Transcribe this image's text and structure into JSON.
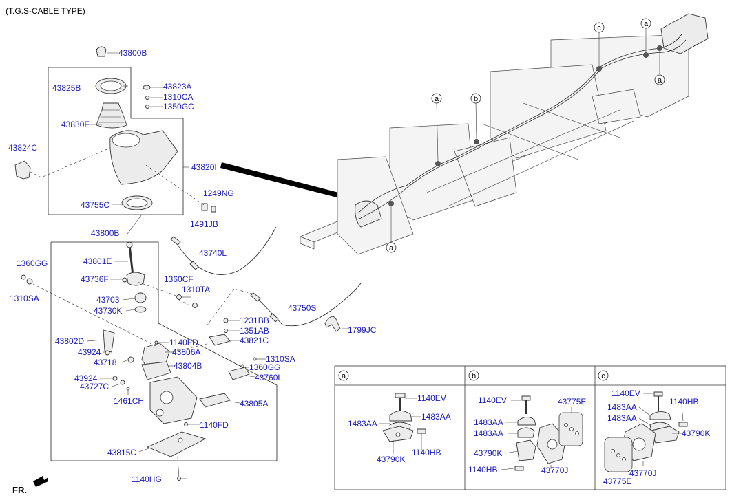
{
  "header": {
    "title": "(T.G.S-CABLE TYPE)"
  },
  "footer": {
    "direction_label": "FR."
  },
  "labels": {
    "p43800B_top": "43800B",
    "p43825B": "43825B",
    "p43823A": "43823A",
    "p1310CA": "1310CA",
    "p1350GC": "1350GC",
    "p43830F": "43830F",
    "p43824C": "43824C",
    "p43820I": "43820I",
    "p1249NG": "1249NG",
    "p43755C": "43755C",
    "p1491JB": "1491JB",
    "p43800B_mid": "43800B",
    "p1360GG_left": "1360GG",
    "p1310SA_left": "1310SA",
    "p43801E": "43801E",
    "p43740L": "43740L",
    "p43736F": "43736F",
    "p1360CF": "1360CF",
    "p1310TA": "1310TA",
    "p43703": "43703",
    "p43730K": "43730K",
    "p43750S": "43750S",
    "p1231BB": "1231BB",
    "p1351AB": "1351AB",
    "p1799JC": "1799JC",
    "p43802D": "43802D",
    "p1140FD_a": "1140FD",
    "p43821C": "43821C",
    "p43924_a": "43924",
    "p43806A": "43806A",
    "p43718": "43718",
    "p43804B": "43804B",
    "p1310SA_mid": "1310SA",
    "p1360GG_mid": "1360GG",
    "p43760L": "43760L",
    "p43924_b": "43924",
    "p43727C": "43727C",
    "p1461CH": "1461CH",
    "p43805A": "43805A",
    "p1140FD_b": "1140FD",
    "p43815C": "43815C",
    "p1140HG": "1140HG"
  },
  "callouts": {
    "c_top": "c",
    "a_top": "a",
    "a_right": "a",
    "a_mid": "a",
    "b_mid": "b",
    "a_bottom": "a"
  },
  "details": {
    "a": {
      "tag": "a",
      "labels": [
        "1140EV",
        "1483AA",
        "1483AA",
        "43790K",
        "1140HB"
      ]
    },
    "b": {
      "tag": "b",
      "labels": [
        "1140EV",
        "43775E",
        "1483AA",
        "1483AA",
        "43790K",
        "43770J",
        "1140HB"
      ]
    },
    "c": {
      "tag": "c",
      "labels": [
        "1140EV",
        "1140HB",
        "1483AA",
        "1483AA",
        "43790K",
        "43770J",
        "43775E"
      ]
    }
  },
  "colors": {
    "label": "#1a1ab8",
    "line": "#222222"
  }
}
